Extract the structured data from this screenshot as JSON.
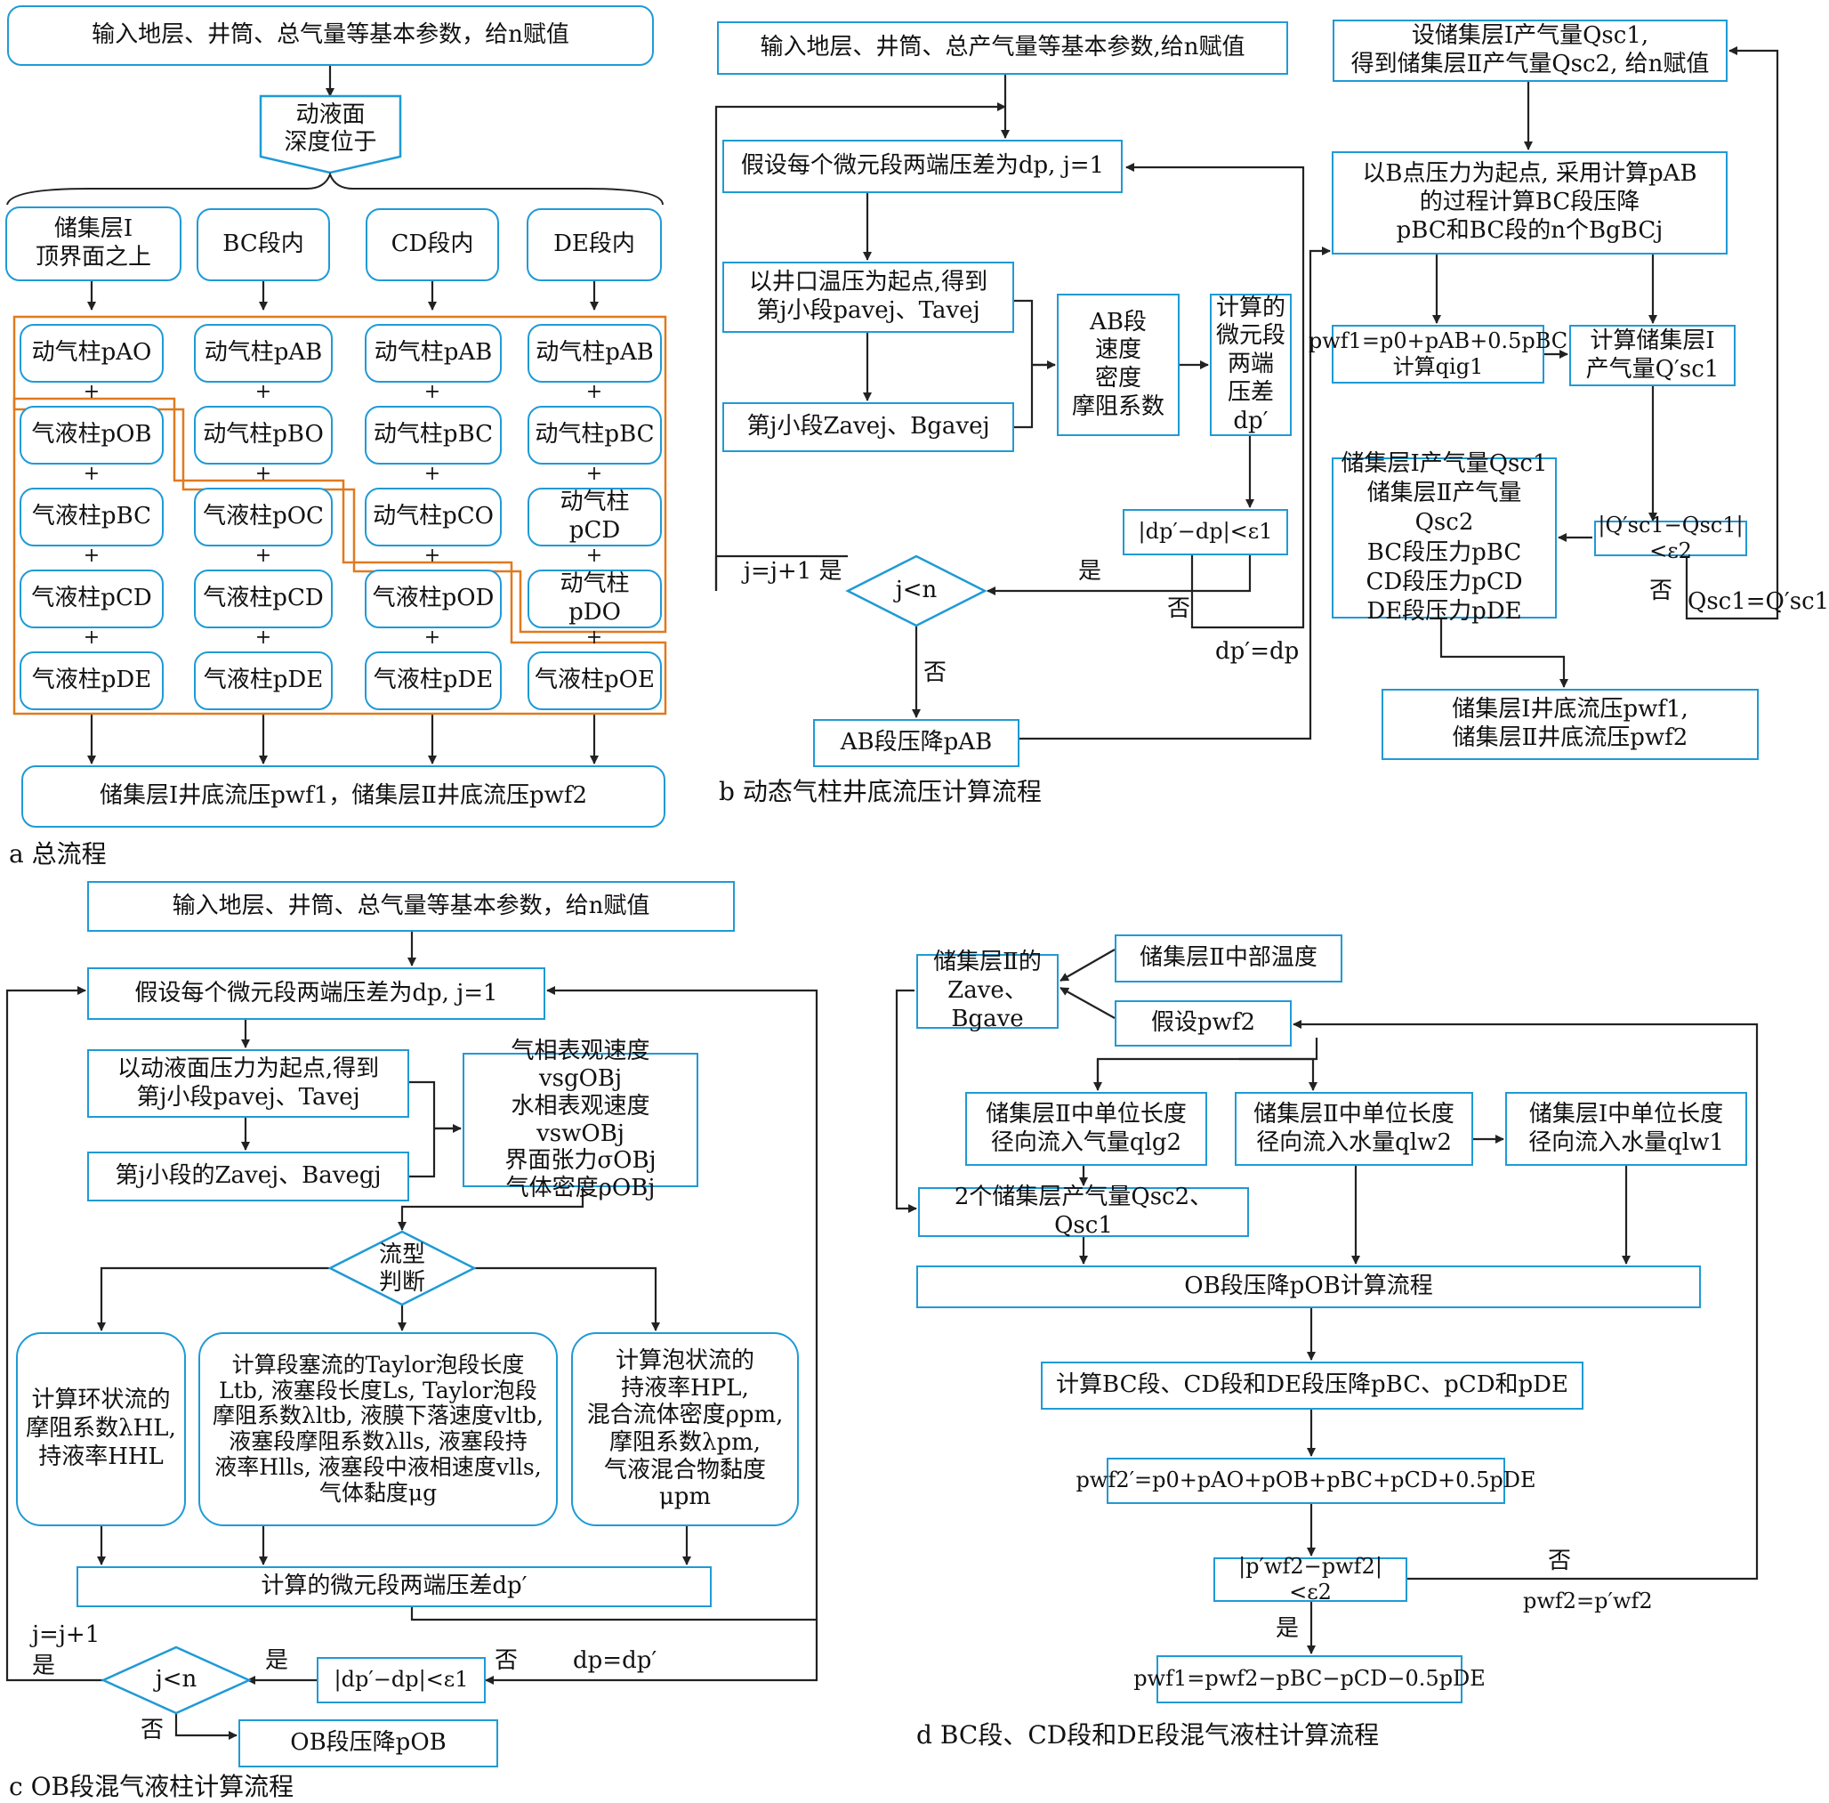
{
  "a": {
    "caption": "a 总流程",
    "input": "输入地层、井筒、总气量等基本参数，给n赋值",
    "decision": "动液面\n深度位于",
    "cats": [
      "储集层Ⅰ\n顶界面之上",
      "BC段内",
      "CD段内",
      "DE段内"
    ],
    "grid": [
      [
        "动气柱pAO",
        "气液柱pOB",
        "气液柱pBC",
        "气液柱pCD",
        "气液柱pDE"
      ],
      [
        "动气柱pAB",
        "动气柱pBO",
        "气液柱pOC",
        "气液柱pCD",
        "气液柱pDE"
      ],
      [
        "动气柱pAB",
        "动气柱pBC",
        "动气柱pCO",
        "气液柱pOD",
        "气液柱pDE"
      ],
      [
        "动气柱pAB",
        "动气柱pBC",
        "动气柱pCD",
        "动气柱pDO",
        "气液柱pOE"
      ]
    ],
    "plus": "+",
    "output": "储集层Ⅰ井底流压pwf1，储集层Ⅱ井底流压pwf2"
  },
  "b": {
    "caption": "b 动态气柱井底流压计算流程",
    "input": "输入地层、井筒、总产气量等基本参数,给n赋值",
    "assume": "假设每个微元段两端压差为dp, j=1",
    "start": "以井口温压为起点,得到\n第j小段pavej、Tavej",
    "zb": "第j小段Zavej、Bgavej",
    "ab": "AB段\n速度\n密度\n摩阻系数",
    "calc": "计算的\n微元段\n两端\n压差dp′",
    "check": "|dp′−dp|<ε1",
    "decision": "j<n",
    "yes": "是",
    "no": "否",
    "loop": "j=j+1 是",
    "update": "dp′=dp",
    "result": "AB段压降pAB",
    "set": "设储集层Ⅰ产气量Qsc1,\n得到储集层Ⅱ产气量Qsc2, 给n赋值",
    "bpoint": "以B点压力为起点, 采用计算pAB\n的过程计算BC段压降\npBC和BC段的n个BgBCj",
    "pwf1": "pwf1=p0+pAB+0.5pBC\n计算qig1",
    "q1": "计算储集层Ⅰ\n产气量Q′sc1",
    "qcheck": "|Q′sc1−Qsc1|<ε2",
    "qupdate": "Qsc1=Q′sc1",
    "results": "储集层Ⅰ产气量Qsc1\n储集层Ⅱ产气量Qsc2\nBC段压力pBC\nCD段压力pCD\nDE段压力pDE",
    "final": "储集层Ⅰ井底流压pwf1,\n储集层Ⅱ井底流压pwf2"
  },
  "c": {
    "caption": "c OB段混气液柱计算流程",
    "input": "输入地层、井筒、总气量等基本参数，给n赋值",
    "assume": "假设每个微元段两端压差为dp, j=1",
    "start": "以动液面压力为起点,得到\n第j小段pavej、Tavej",
    "zb": "第j小段的Zavej、Bavegj",
    "props": "气相表观速度vsgOBj\n水相表观速度vswOBj\n界面张力σOBj\n气体密度ρOBj",
    "decision": "流型\n判断",
    "annular": "计算环状流的\n摩阻系数λHL,\n持液率HHL",
    "slug": "计算段塞流的Taylor泡段长度\nLtb, 液塞段长度Ls, Taylor泡段\n摩阻系数λltb, 液膜下落速度vltb,\n液塞段摩阻系数λlls, 液塞段持\n液率Hlls, 液塞段中液相速度vlls,\n气体黏度μg",
    "bubble": "计算泡状流的\n持液率HPL,\n混合流体密度ρpm,\n摩阻系数λpm,\n气液混合物黏度μpm",
    "calc": "计算的微元段两端压差dp′",
    "check": "|dp′−dp|<ε1",
    "decision2": "j<n",
    "loop": "j=j+1\n是",
    "yes": "是",
    "no": "否",
    "no2": "否",
    "update": "dp=dp′",
    "result": "OB段压降pOB"
  },
  "d": {
    "caption": "d BC段、CD段和DE段混气液柱计算流程",
    "zb": "储集层Ⅱ的\nZave、Bgave",
    "temp": "储集层Ⅱ中部温度",
    "assume": "假设pwf2",
    "qg2": "储集层Ⅱ中单位长度\n径向流入气量qlg2",
    "qw2": "储集层Ⅱ中单位长度\n径向流入水量qlw2",
    "qw1": "储集层Ⅰ中单位长度\n径向流入水量qlw1",
    "qsc": "2个储集层产气量Qsc2、Qsc1",
    "ob": "OB段压降pOB计算流程",
    "bcde": "计算BC段、CD段和DE段压降pBC、pCD和pDE",
    "pwf2": "pwf2′=p0+pAO+pOB+pBC+pCD+0.5pDE",
    "check": "|p′wf2−pwf2| <ε2",
    "no": "否",
    "update": "pwf2=p′wf2",
    "yes": "是",
    "final": "pwf1=pwf2−pBC−pCD−0.5pDE"
  },
  "colors": {
    "box": "#1f9ad6",
    "group": "#e07a1f",
    "line": "#222222"
  }
}
